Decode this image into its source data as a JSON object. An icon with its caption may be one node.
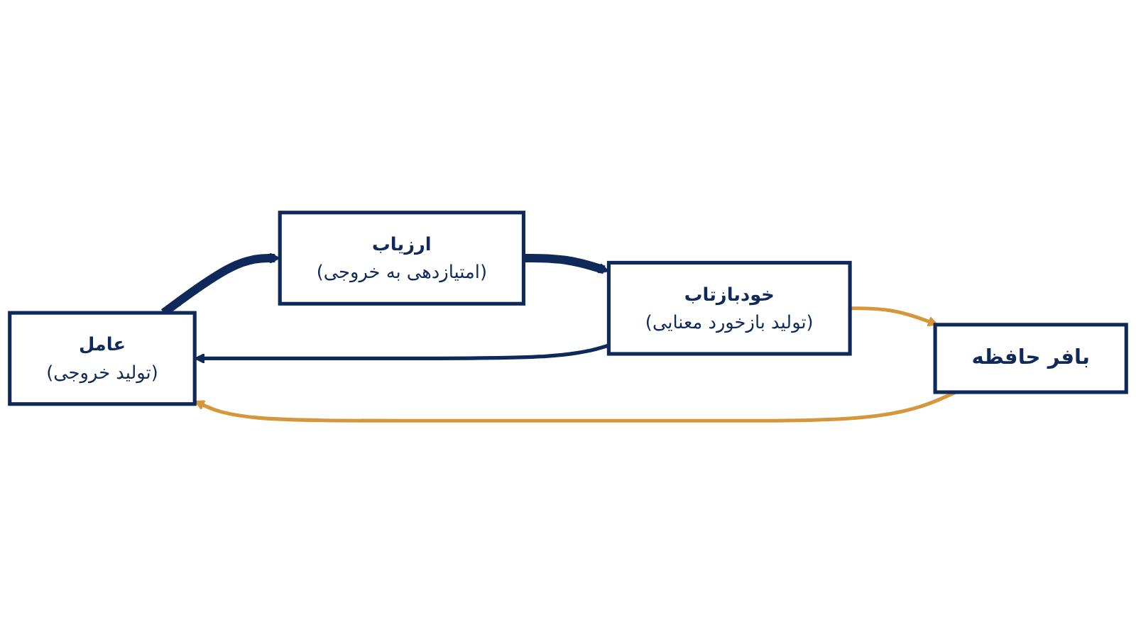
{
  "diagram": {
    "nodes": [
      {
        "text": [
          "عامل",
          "(تولید خروجی)"
        ]
      },
      {
        "text": [
          "ارزیاب",
          "(امتیازدهی به خروجی)"
        ]
      },
      {
        "text": [
          "خودبازتاب",
          "(تولید بازخورد معنایی)"
        ]
      },
      {
        "text": [
          "بافر حافظه"
        ]
      }
    ],
    "edges": [
      {
        "from": 0,
        "to": 1,
        "arrow": "to",
        "style": "thick"
      },
      {
        "from": 1,
        "to": 2,
        "arrow": "to",
        "style": "thick"
      },
      {
        "from": 2,
        "to": 0,
        "arrow": "to"
      },
      {
        "from": 2,
        "to": 3,
        "arrow": "to",
        "color": "#d6963c"
      },
      {
        "from": 3,
        "to": 0,
        "arrow": "to",
        "color": "#d6963c"
      }
    ]
  }
}
